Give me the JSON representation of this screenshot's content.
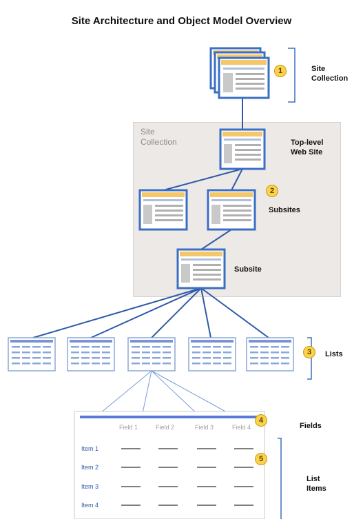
{
  "title": "Site Architecture and Object Model Overview",
  "region_label": "Site\nCollection",
  "labels": {
    "site_collection": "Site\nCollection",
    "top_level": "Top-level\nWeb Site",
    "subsites": "Subsites",
    "subsite": "Subsite",
    "lists": "Lists",
    "fields": "Fields",
    "list_items": "List\nItems"
  },
  "badges": [
    "1",
    "2",
    "3",
    "4",
    "5"
  ],
  "fields": [
    "Field 1",
    "Field 2",
    "Field 3",
    "Field 4"
  ],
  "items": [
    "Item 1",
    "Item 2",
    "Item 3",
    "Item 4"
  ],
  "colors": {
    "page_border": "#3a6fc4",
    "page_header": "#f4c76b",
    "region_fill": "#ece9e6",
    "badge_fill": "#fbd34a",
    "connector": "#2f5aa8"
  }
}
